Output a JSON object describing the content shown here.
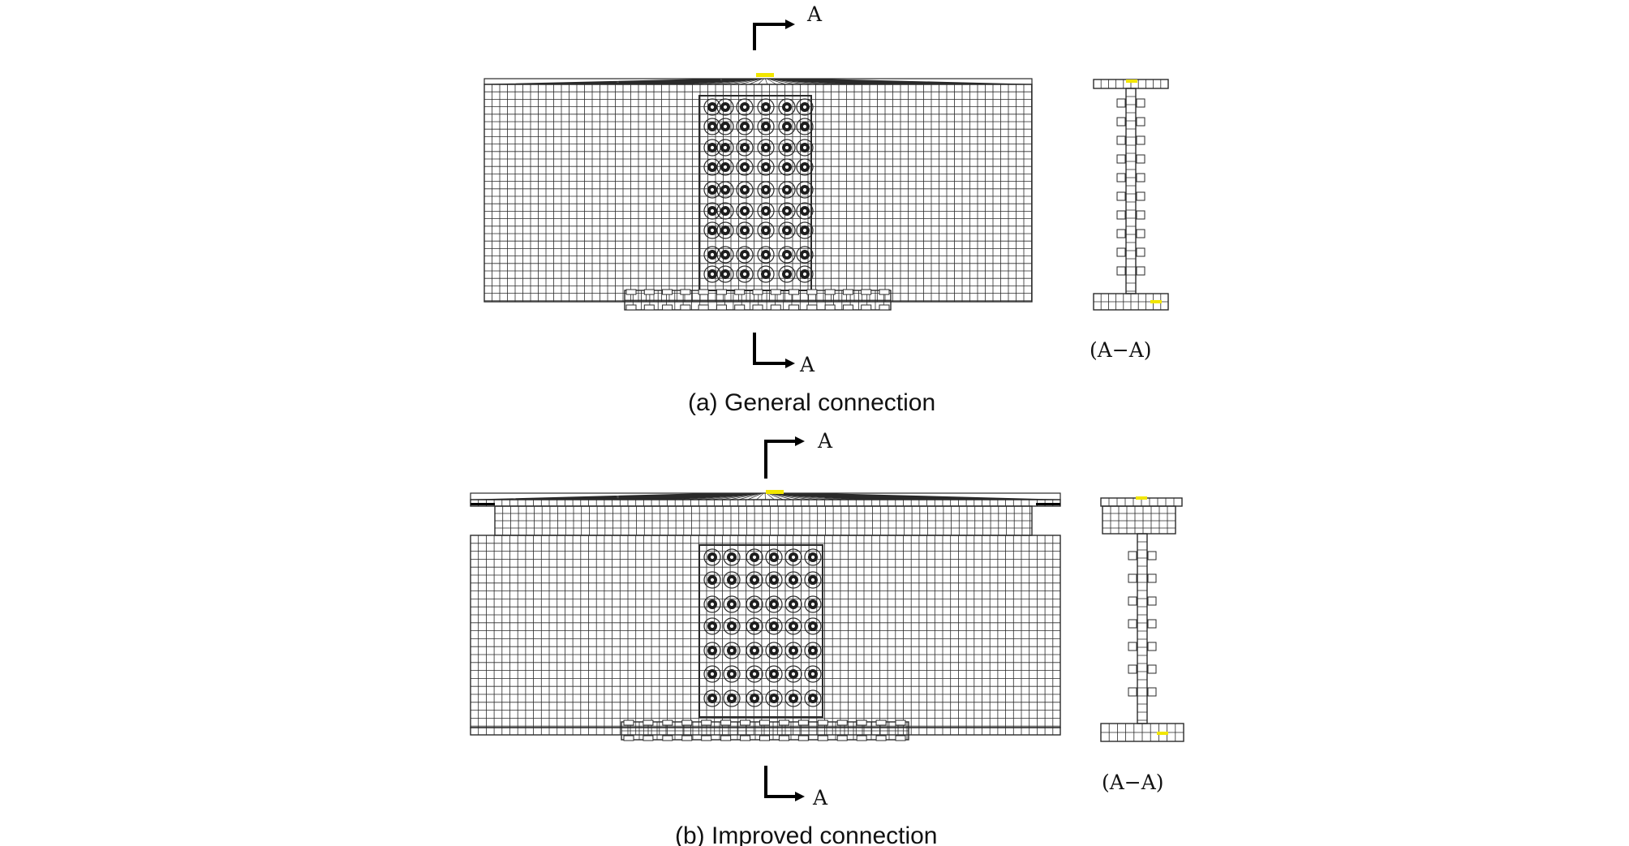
{
  "figure": {
    "panel_a": {
      "section_mark_top": "A",
      "section_mark_bottom": "A",
      "section_label": "(A−A)",
      "caption": "(a) General connection"
    },
    "panel_b": {
      "section_mark_top": "A",
      "section_mark_bottom": "A",
      "section_label": "(A−A)",
      "caption": "(b) Improved connection"
    }
  },
  "colors": {
    "mesh_line": "#2a2a2a",
    "bolt_fill": "#1e1e1e",
    "highlight": "#f2e600",
    "arrow": "#000000"
  }
}
